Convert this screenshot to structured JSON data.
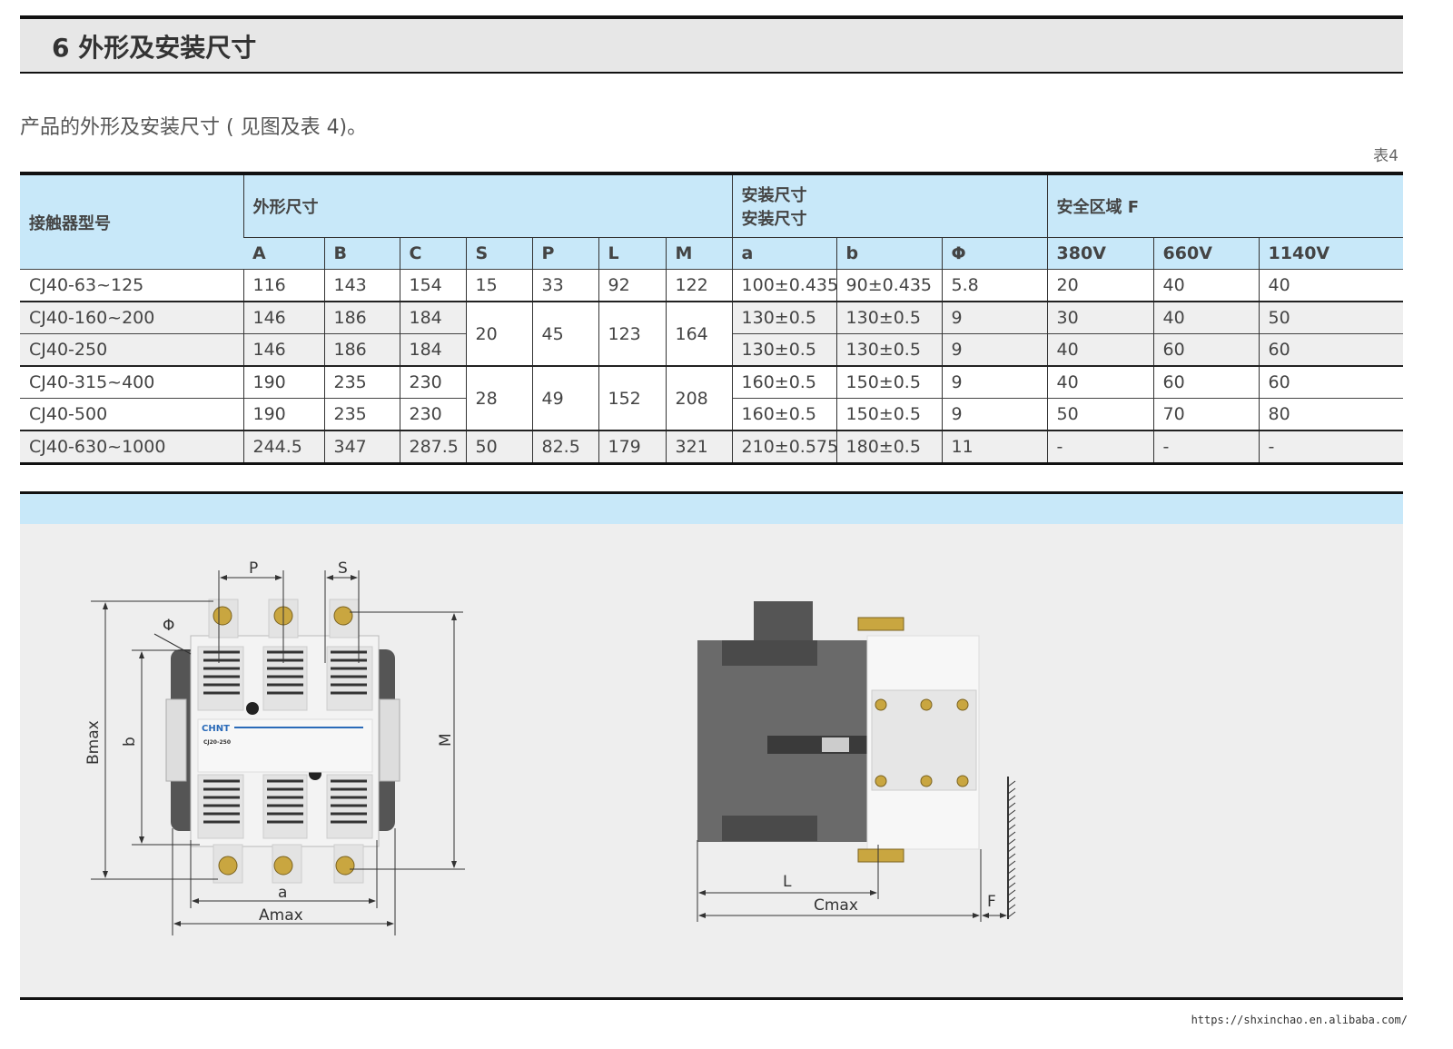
{
  "section_title": "6 外形及安装尺寸",
  "intro": "产品的外形及安装尺寸 ( 见图及表 4)。",
  "table_number": "表4",
  "table": {
    "model_header": "接触器型号",
    "outline_header": "外形尺寸",
    "mount_header_line1": "安装尺寸",
    "mount_header_line2": "安装尺寸",
    "safety_header": "安全区域 F",
    "sub_headers": [
      "A",
      "B",
      "C",
      "S",
      "P",
      "L",
      "M",
      "a",
      "b",
      "Φ",
      "380V",
      "660V",
      "1140V"
    ],
    "rows": [
      {
        "model": "CJ40-63~125",
        "A": "116",
        "B": "143",
        "C": "154",
        "S": "15",
        "P": "33",
        "L": "92",
        "M": "122",
        "a": "100±0.435",
        "b": "90±0.435",
        "phi": "5.8",
        "v380": "20",
        "v660": "40",
        "v1140": "40"
      },
      {
        "model": "CJ40-160~200",
        "A": "146",
        "B": "186",
        "C": "184",
        "S": "20",
        "P": "45",
        "L": "123",
        "M": "164",
        "a": "130±0.5",
        "b": "130±0.5",
        "phi": "9",
        "v380": "30",
        "v660": "40",
        "v1140": "50"
      },
      {
        "model": "CJ40-250",
        "A": "146",
        "B": "186",
        "C": "184",
        "a": "130±0.5",
        "b": "130±0.5",
        "phi": "9",
        "v380": "40",
        "v660": "60",
        "v1140": "60"
      },
      {
        "model": "CJ40-315~400",
        "A": "190",
        "B": "235",
        "C": "230",
        "S": "28",
        "P": "49",
        "L": "152",
        "M": "208",
        "a": "160±0.5",
        "b": "150±0.5",
        "phi": "9",
        "v380": "40",
        "v660": "60",
        "v1140": "60"
      },
      {
        "model": "CJ40-500",
        "A": "190",
        "B": "235",
        "C": "230",
        "a": "160±0.5",
        "b": "150±0.5",
        "phi": "9",
        "v380": "50",
        "v660": "70",
        "v1140": "80"
      },
      {
        "model": "CJ40-630~1000",
        "A": "244.5",
        "B": "347",
        "C": "287.5",
        "S": "50",
        "P": "82.5",
        "L": "179",
        "M": "321",
        "a": "210±0.575",
        "b": "180±0.5",
        "phi": "11",
        "v380": "-",
        "v660": "-",
        "v1140": "-"
      }
    ]
  },
  "diagram": {
    "front_labels": {
      "P": "P",
      "S": "S",
      "phi": "Φ",
      "Bmax": "Bmax",
      "b": "b",
      "M": "M",
      "a": "a",
      "Amax": "Amax"
    },
    "side_labels": {
      "L": "L",
      "Cmax": "Cmax",
      "F": "F"
    },
    "brand": "CHNT",
    "model_label": "CJ20-250"
  },
  "footer_url": "https://shxinchao.en.alibaba.com/"
}
